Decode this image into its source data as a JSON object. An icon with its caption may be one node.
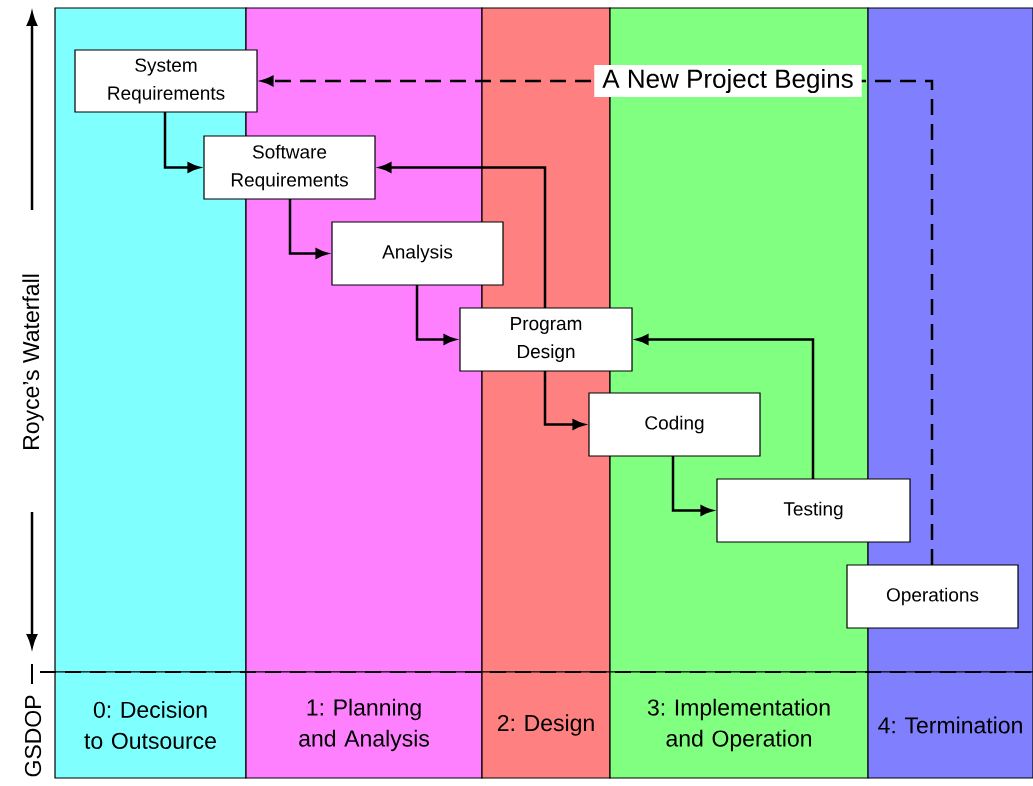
{
  "diagram": {
    "nodes": [
      {
        "text": [
          "0: Decision to Outsource"
        ]
      },
      {
        "text": [
          "1: Planning and Analysis"
        ]
      },
      {
        "text": [
          "2: Design"
        ]
      },
      {
        "text": [
          "3: Implementation and Operation"
        ]
      },
      {
        "text": [
          "4: Termination"
        ]
      },
      {
        "text": [
          "System Requirements"
        ]
      },
      {
        "text": [
          "Software Requirements"
        ]
      },
      {
        "text": [
          "Analysis"
        ]
      },
      {
        "text": [
          "Program Design"
        ]
      },
      {
        "text": [
          "Coding"
        ]
      },
      {
        "text": [
          "Testing"
        ]
      },
      {
        "text": [
          "Operations"
        ]
      }
    ],
    "edges": [
      {
        "from": 5,
        "to": 6,
        "arrow": "to"
      },
      {
        "from": 6,
        "to": 7,
        "arrow": "to"
      },
      {
        "from": 7,
        "to": 8,
        "arrow": "to"
      },
      {
        "from": 8,
        "to": 9,
        "arrow": "to"
      },
      {
        "from": 9,
        "to": 10,
        "arrow": "to"
      },
      {
        "from": 8,
        "to": 6,
        "arrow": "to"
      },
      {
        "from": 10,
        "to": 8,
        "arrow": "to"
      },
      {
        "from": 11,
        "to": 5,
        "arrow": "to",
        "style": "dashed",
        "label": "A New Project Begins"
      }
    ],
    "labels": [
      "Royce’s Waterfall",
      "GSDOP"
    ]
  }
}
